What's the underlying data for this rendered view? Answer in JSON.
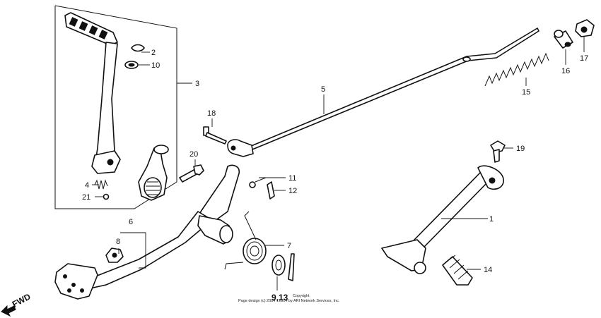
{
  "callouts": {
    "c1": "1",
    "c2": "2",
    "c3": "3",
    "c4": "4",
    "c5": "5",
    "c6": "6",
    "c7": "7",
    "c8": "8",
    "c9_13": "9,13",
    "c10": "10",
    "c11": "11",
    "c12": "12",
    "c14": "14",
    "c15": "15",
    "c16": "16",
    "c17": "17",
    "c18": "18",
    "c19": "19",
    "c20": "20",
    "c21": "21"
  },
  "fwd": "FWD",
  "copyright": {
    "line1": "Copyright",
    "line2": "Page design (c) 2004 - 2014 by ARI Network Services, Inc."
  }
}
